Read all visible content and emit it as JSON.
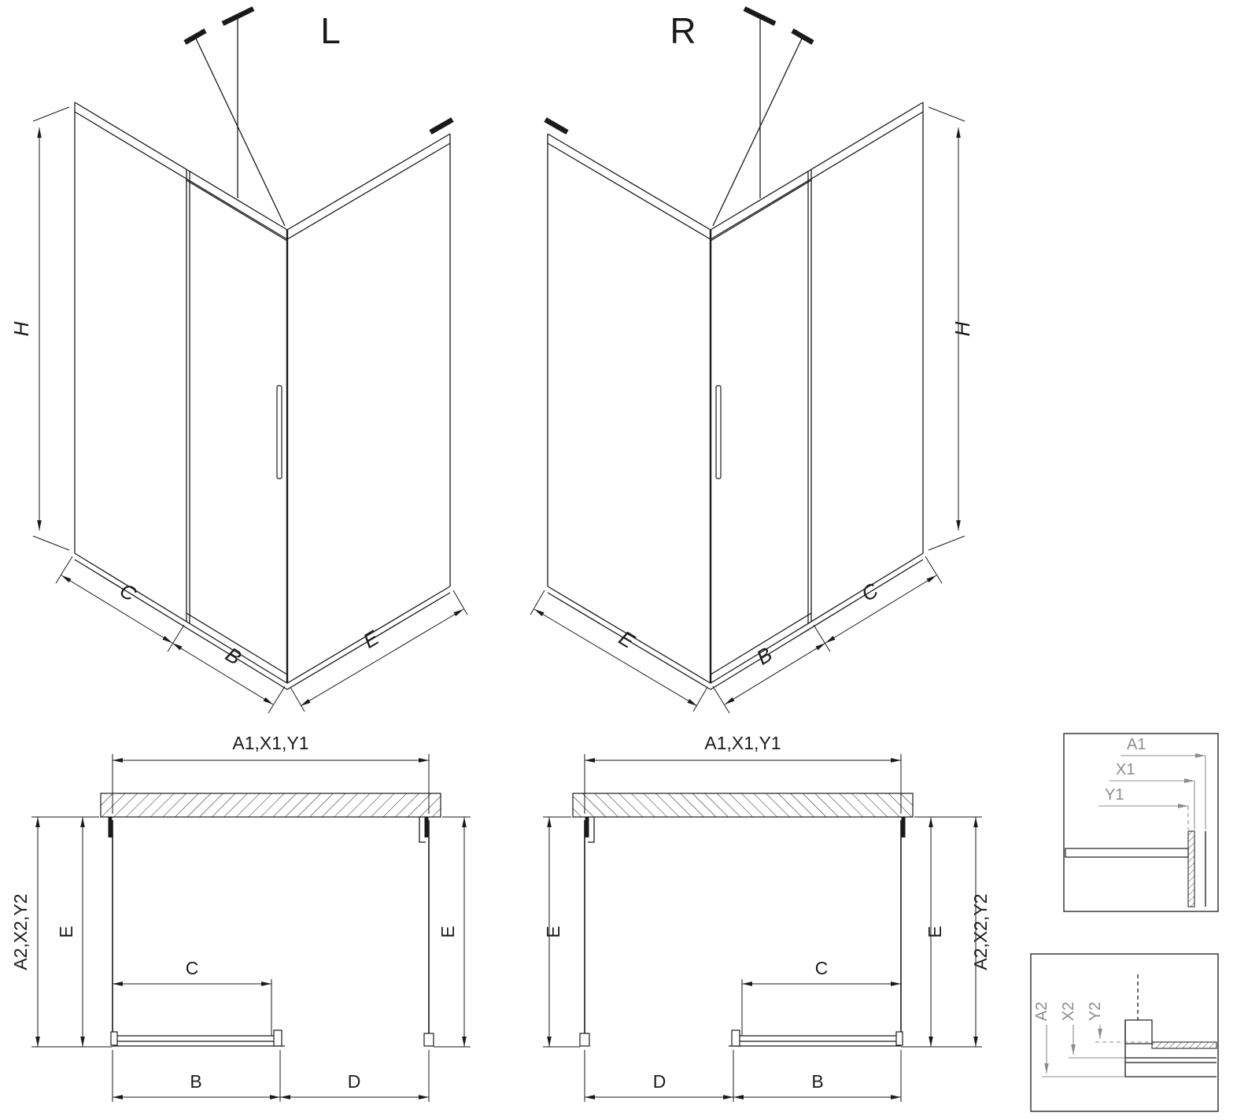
{
  "colors": {
    "line": "#1a1a1a",
    "detail_dim": "#8c8c8c",
    "background": "#ffffff"
  },
  "iso_left": {
    "title": "L",
    "height": "H",
    "back_width": "C",
    "door_width": "B",
    "side_depth": "E"
  },
  "iso_right": {
    "title": "R",
    "height": "H",
    "back_width": "C",
    "door_width": "B",
    "side_depth": "E"
  },
  "plan_left": {
    "width": "A1,X1,Y1",
    "depth": "A2,X2,Y2",
    "side_left": "E",
    "side_right": "E",
    "fixed": "C",
    "door": "B",
    "opening": "D"
  },
  "plan_right": {
    "width": "A1,X1,Y1",
    "depth": "A2,X2,Y2",
    "side_left": "E",
    "side_right": "E",
    "fixed": "C",
    "door": "B",
    "opening": "D"
  },
  "detail_top": {
    "labels": [
      "A1",
      "X1",
      "Y1"
    ]
  },
  "detail_bottom": {
    "labels": [
      "A2",
      "X2",
      "Y2"
    ]
  }
}
